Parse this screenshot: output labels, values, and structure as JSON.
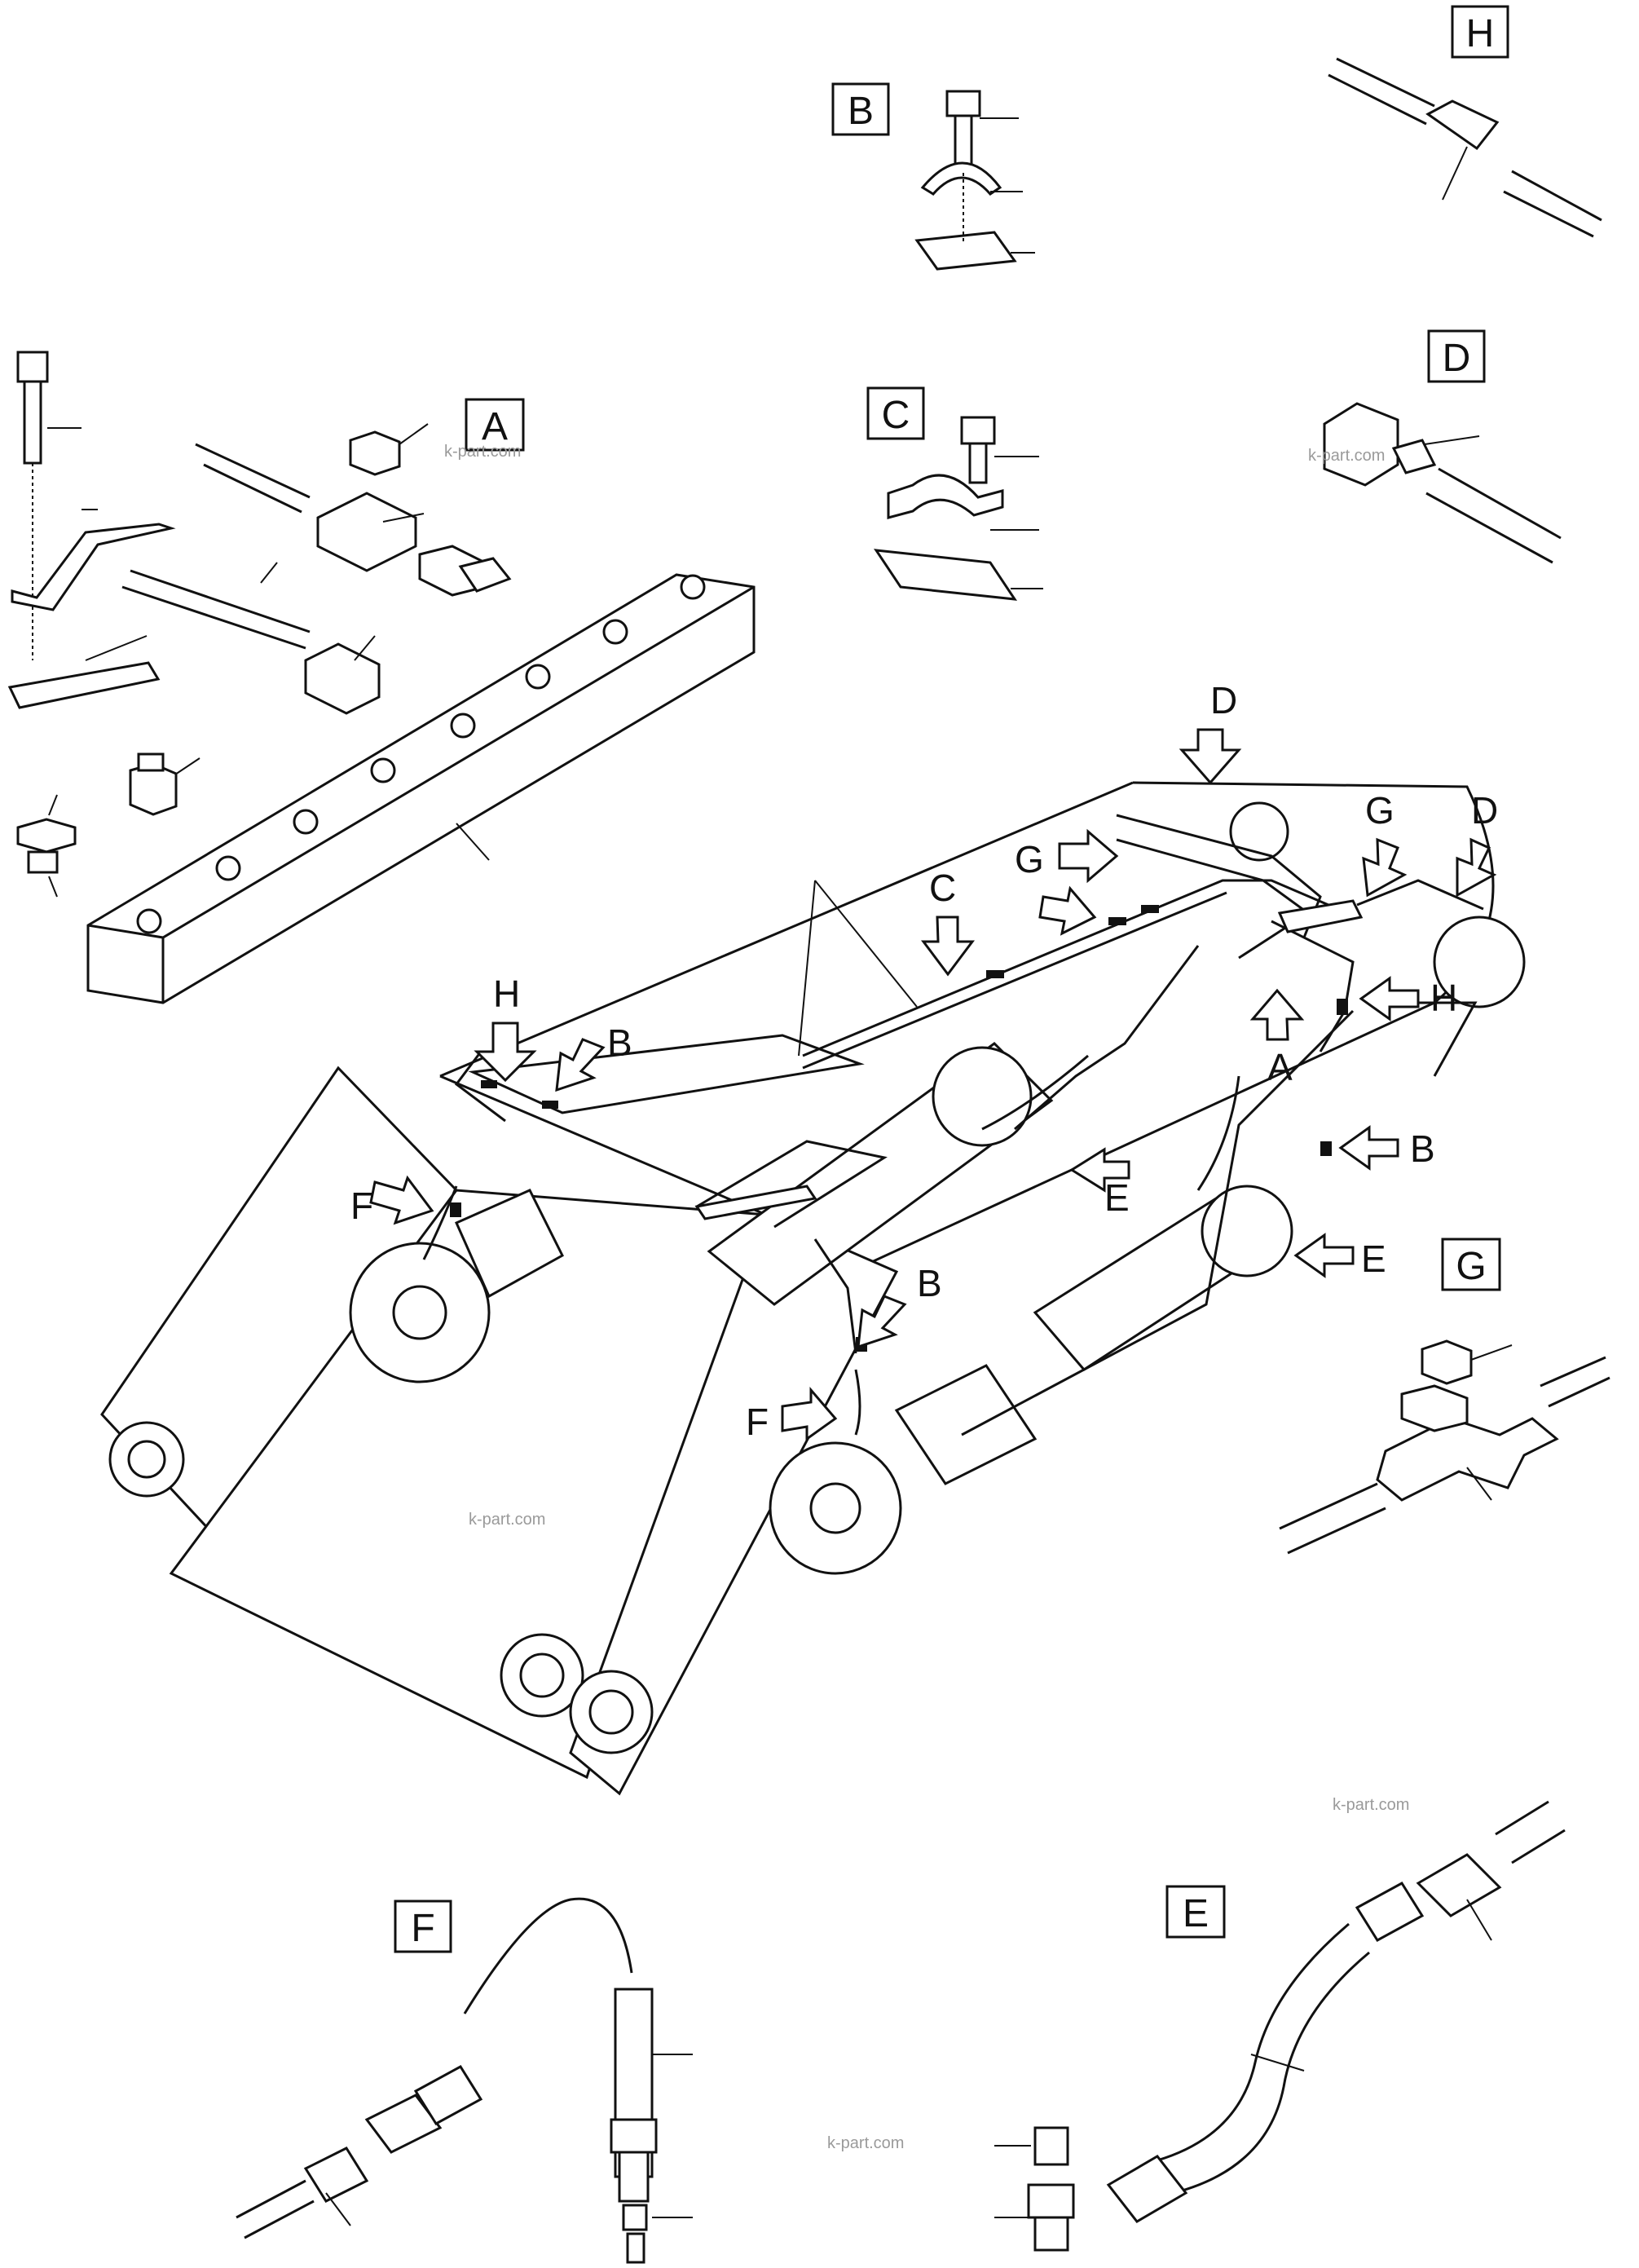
{
  "detail_labels": {
    "A": "A",
    "B": "B",
    "C": "C",
    "D": "D",
    "E": "E",
    "F": "F",
    "G": "G",
    "H": "H"
  },
  "callouts": {
    "d_top": "D",
    "g_mid": "G",
    "c_mid": "C",
    "g_right": "G",
    "d_right": "D",
    "a_mid": "A",
    "h_right": "H",
    "h_left": "H",
    "b_left": "B",
    "f_left": "F",
    "e_mid": "E",
    "b_right": "B",
    "e_right": "E",
    "b_center": "B",
    "f_center": "F"
  },
  "watermarks": {
    "w1": "k-part.com",
    "w2": "k-part.com",
    "w3": "k-part.com",
    "w4": "k-part.com",
    "w5": "k-part.com"
  }
}
